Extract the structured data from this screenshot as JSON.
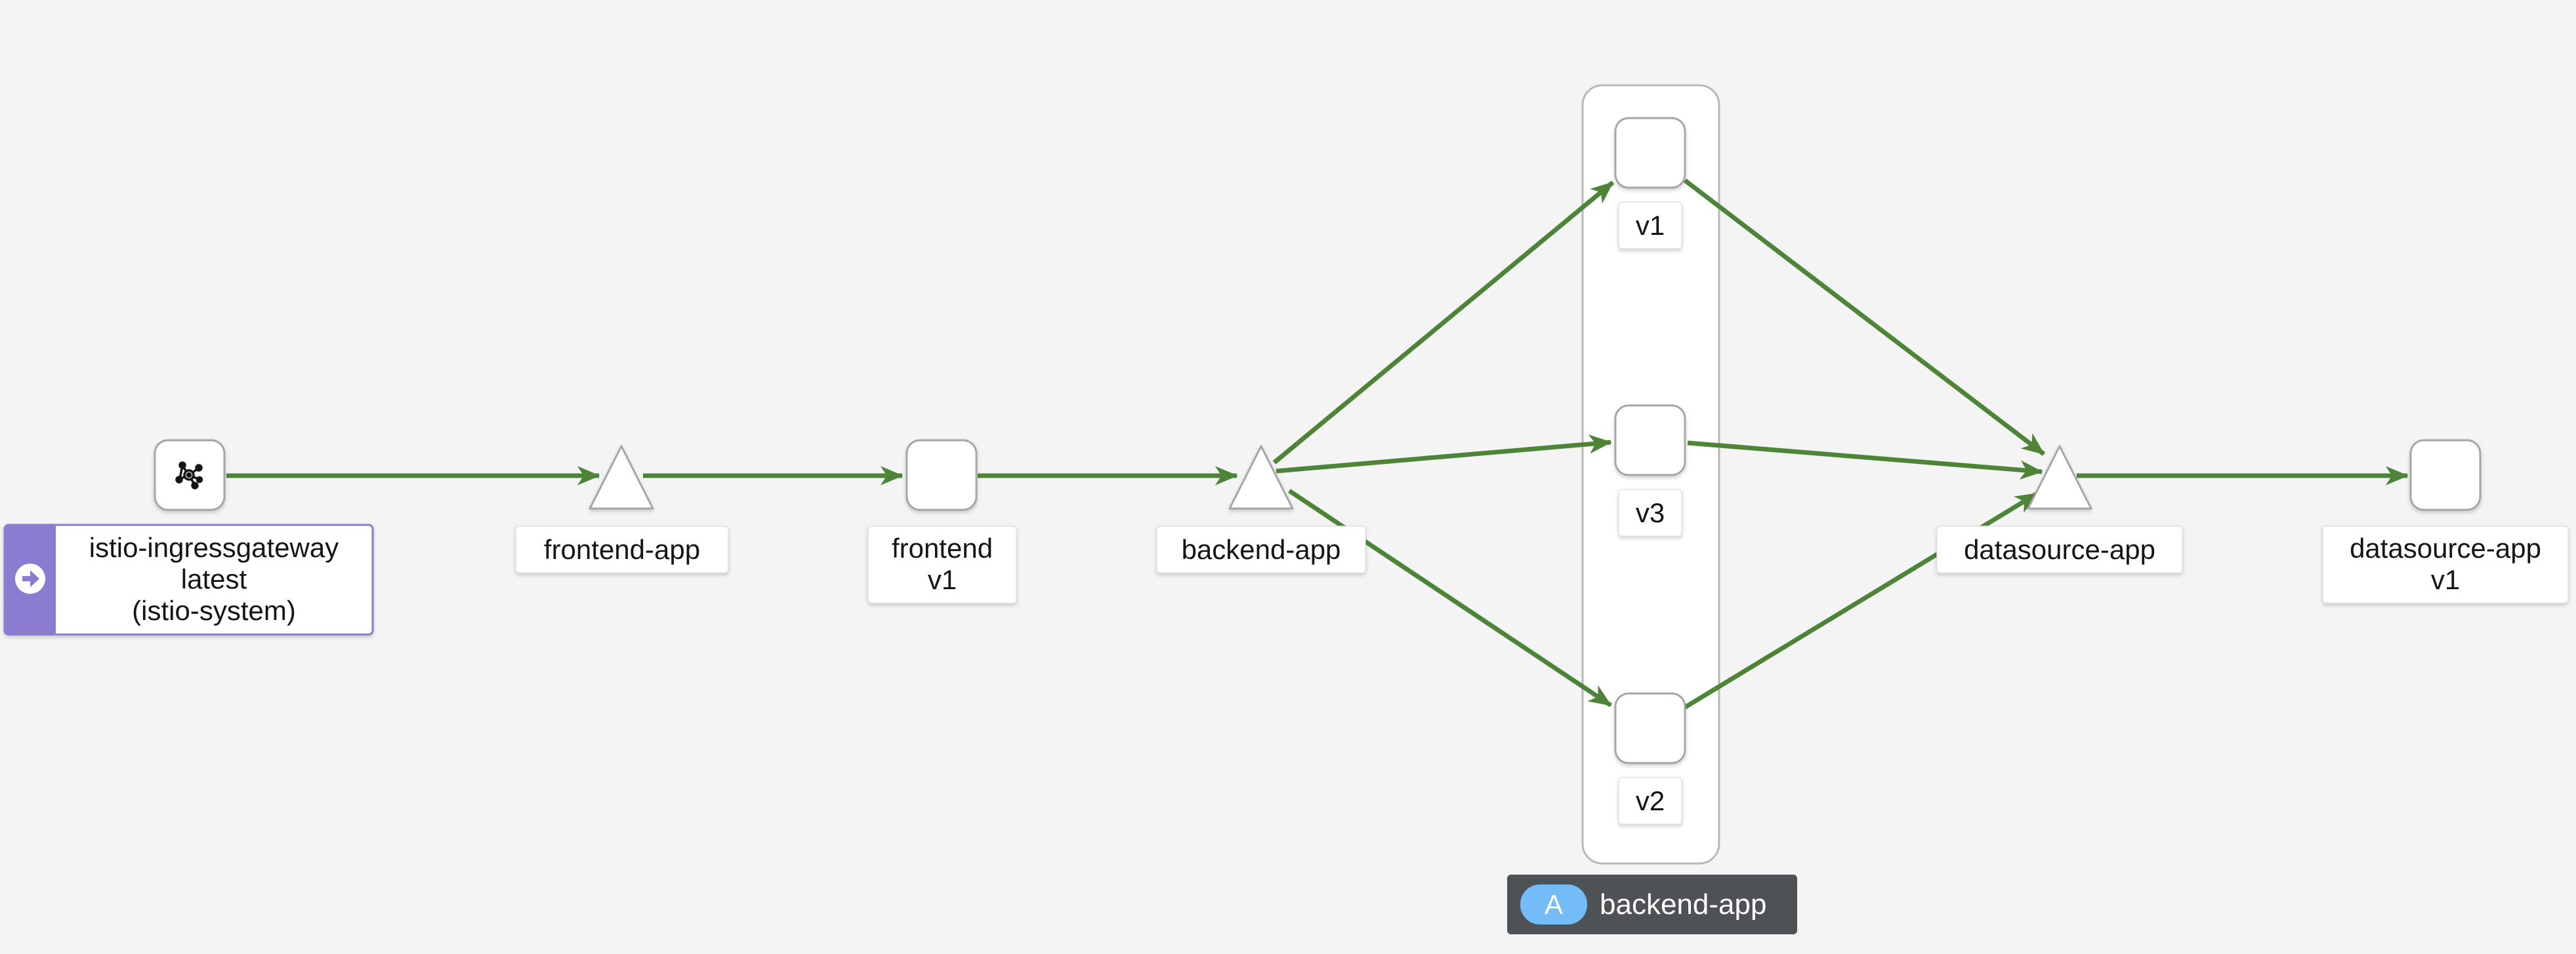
{
  "colors": {
    "background": "#f4f4f4",
    "edge": "#4e8438",
    "node_border": "#a6a6a6",
    "ingress_accent": "#8b7cd0",
    "badge_background": "#4f5255",
    "badge_pill": "#73bcf7"
  },
  "nodes": {
    "ingress": {
      "icon": "mesh-network-icon",
      "badge_icon": "arrow-right-circle-icon",
      "label_line1": "istio-ingressgateway",
      "label_line2": "latest",
      "label_line3": "(istio-system)"
    },
    "frontend_service": {
      "label": "frontend-app"
    },
    "frontend_workload": {
      "label_line1": "frontend",
      "label_line2": "v1"
    },
    "backend_service": {
      "label": "backend-app"
    },
    "backend_v1": {
      "label": "v1"
    },
    "backend_v3": {
      "label": "v3"
    },
    "backend_v2": {
      "label": "v2"
    },
    "datasource_service": {
      "label": "datasource-app"
    },
    "datasource_workload": {
      "label_line1": "datasource-app",
      "label_line2": "v1"
    }
  },
  "app_group": {
    "badge_letter": "A",
    "label": "backend-app"
  }
}
